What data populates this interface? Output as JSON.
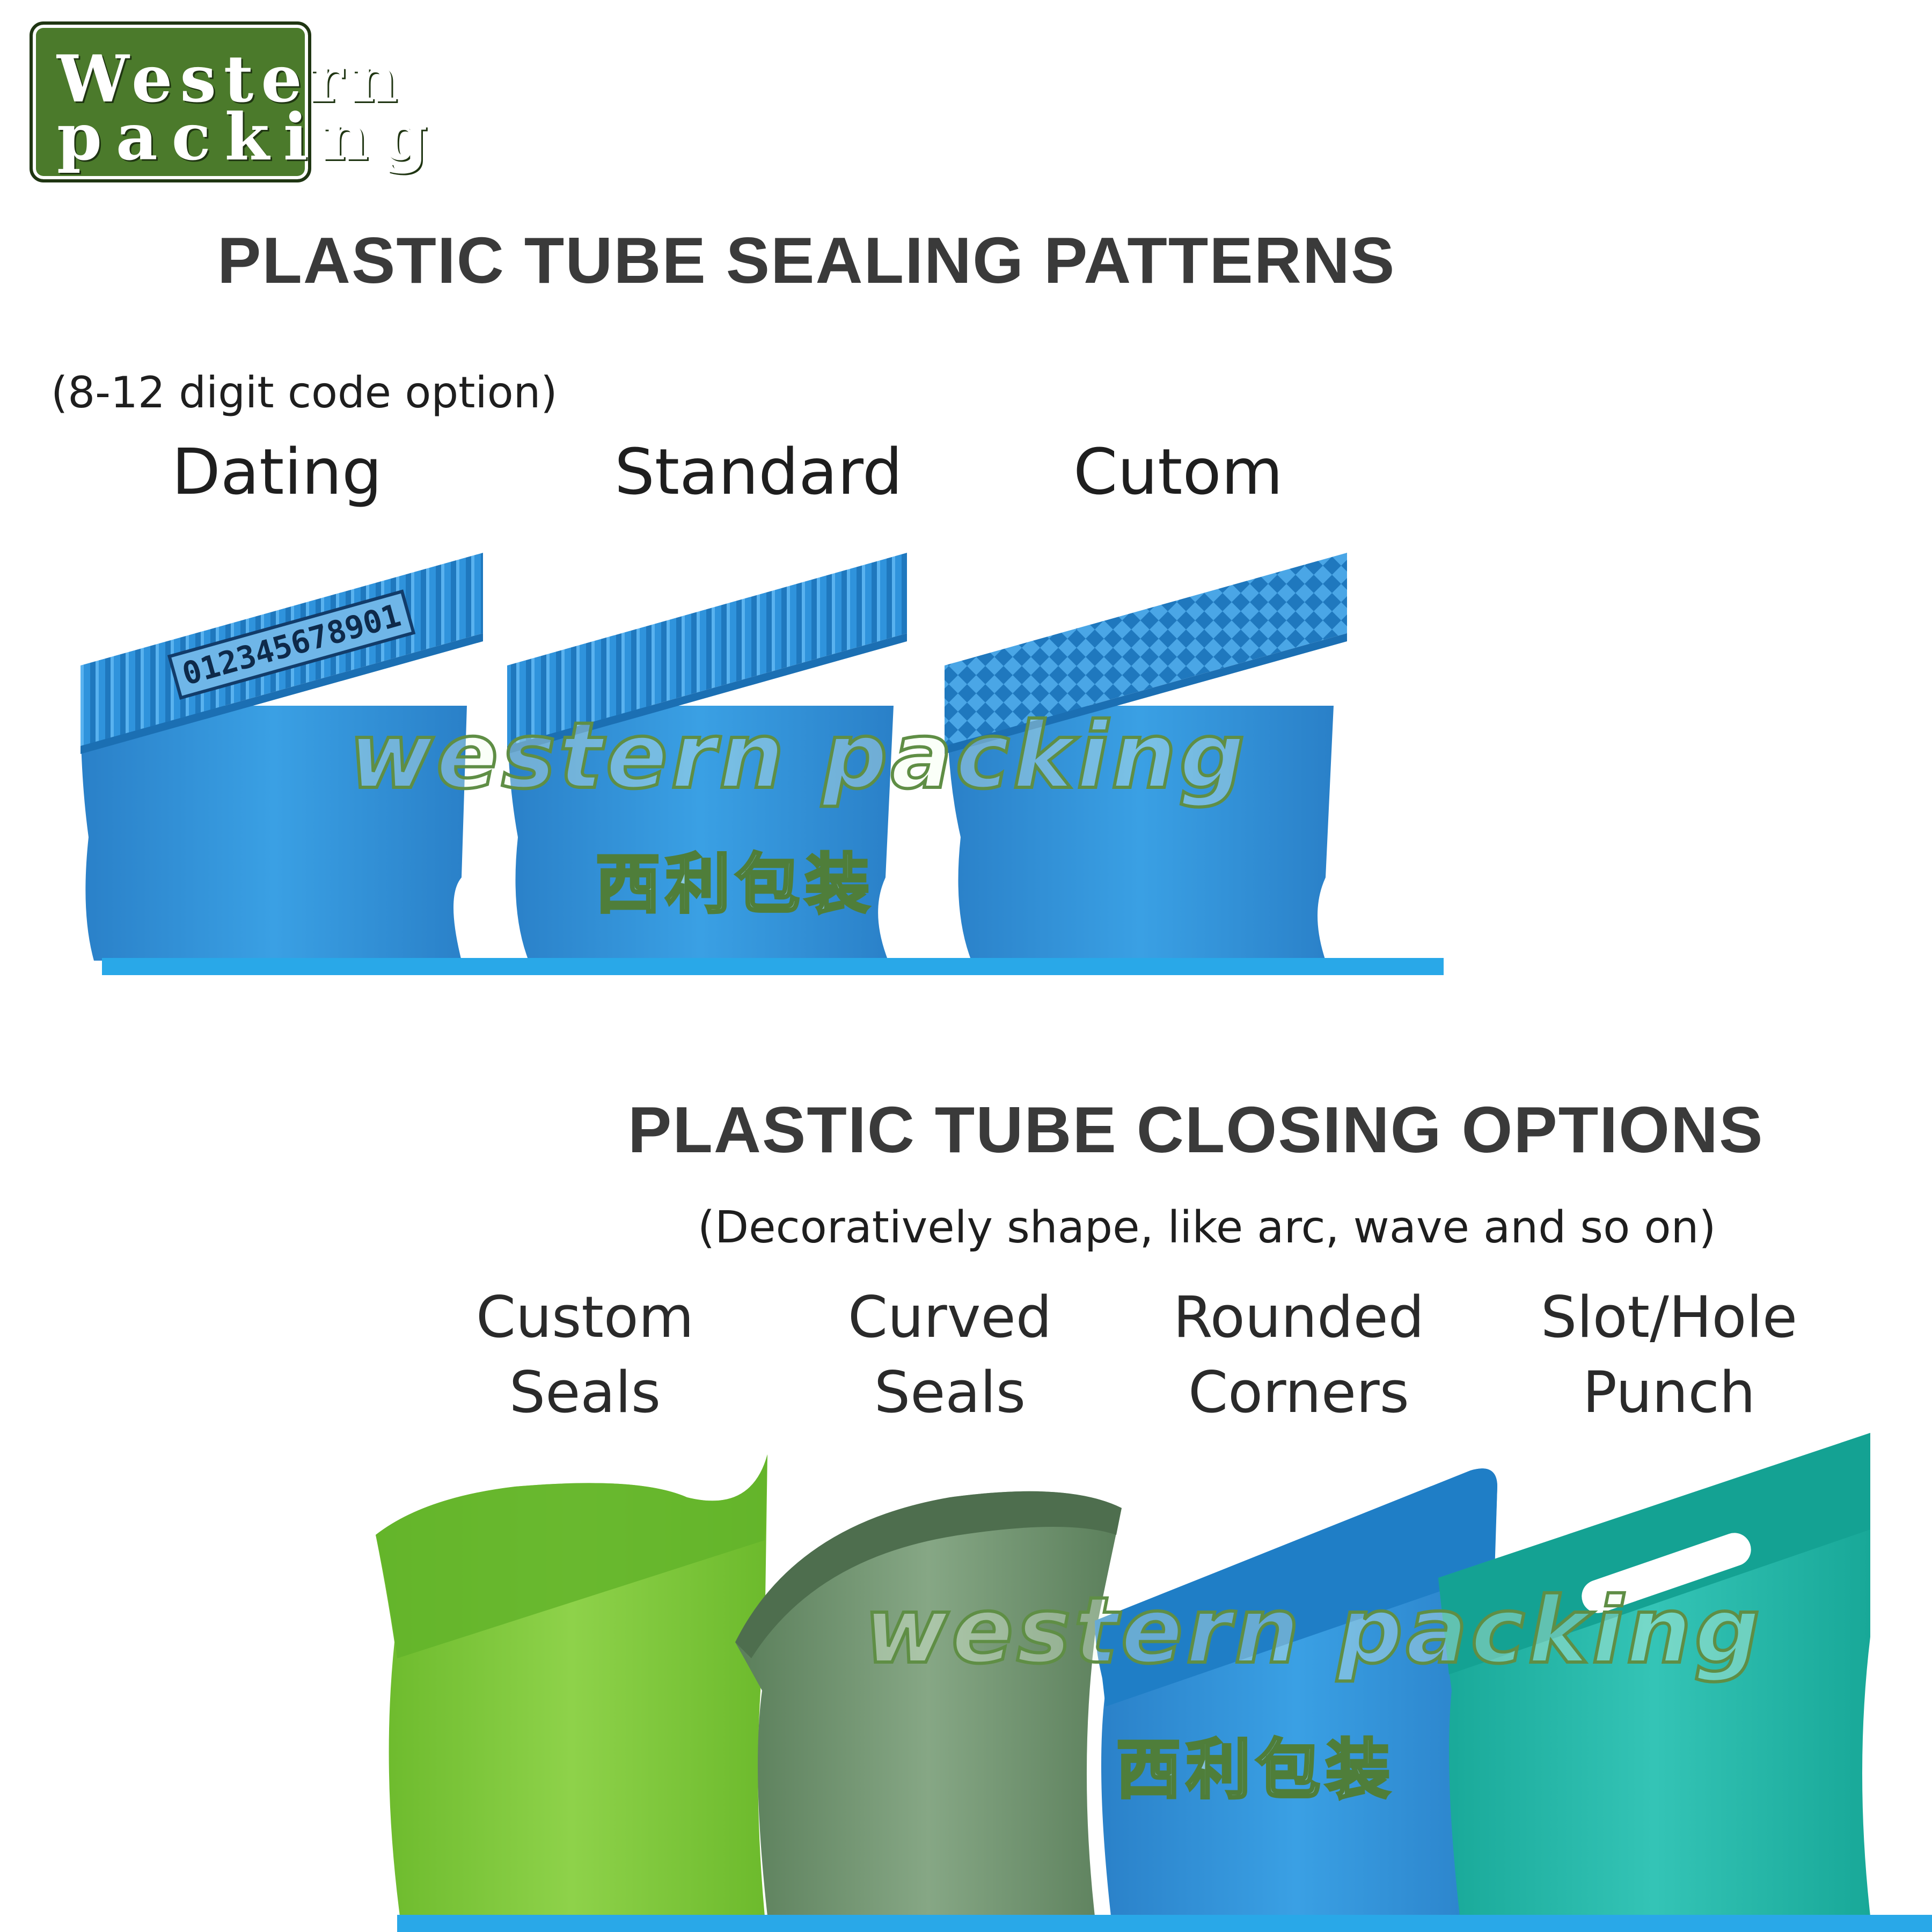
{
  "logo": {
    "line1": "Western",
    "line2": "packing"
  },
  "sealing": {
    "title": "PLASTIC TUBE SEALING PATTERNS",
    "note": "(8-12 digit code option)",
    "options": [
      "Dating",
      "Standard",
      "Cutom"
    ],
    "date_code": "012345678901"
  },
  "closing": {
    "title": "PLASTIC TUBE CLOSING OPTIONS",
    "note": "(Decoratively shape, like arc, wave and so on)",
    "options": [
      {
        "line1": "Custom",
        "line2": "Seals"
      },
      {
        "line1": "Curved",
        "line2": "Seals"
      },
      {
        "line1": "Rounded",
        "line2": "Corners"
      },
      {
        "line1": "Slot/Hole",
        "line2": "Punch"
      }
    ]
  },
  "watermark": {
    "english": "western packing",
    "chinese": "西利包装"
  },
  "colors": {
    "tube_blue": "#2f93dc",
    "shelf_blue": "#29a8e8",
    "green": "#7cc63a",
    "grey_green": "#6b8f6b",
    "teal": "#1fb3a7",
    "logo_green": "#4b7a2b"
  }
}
